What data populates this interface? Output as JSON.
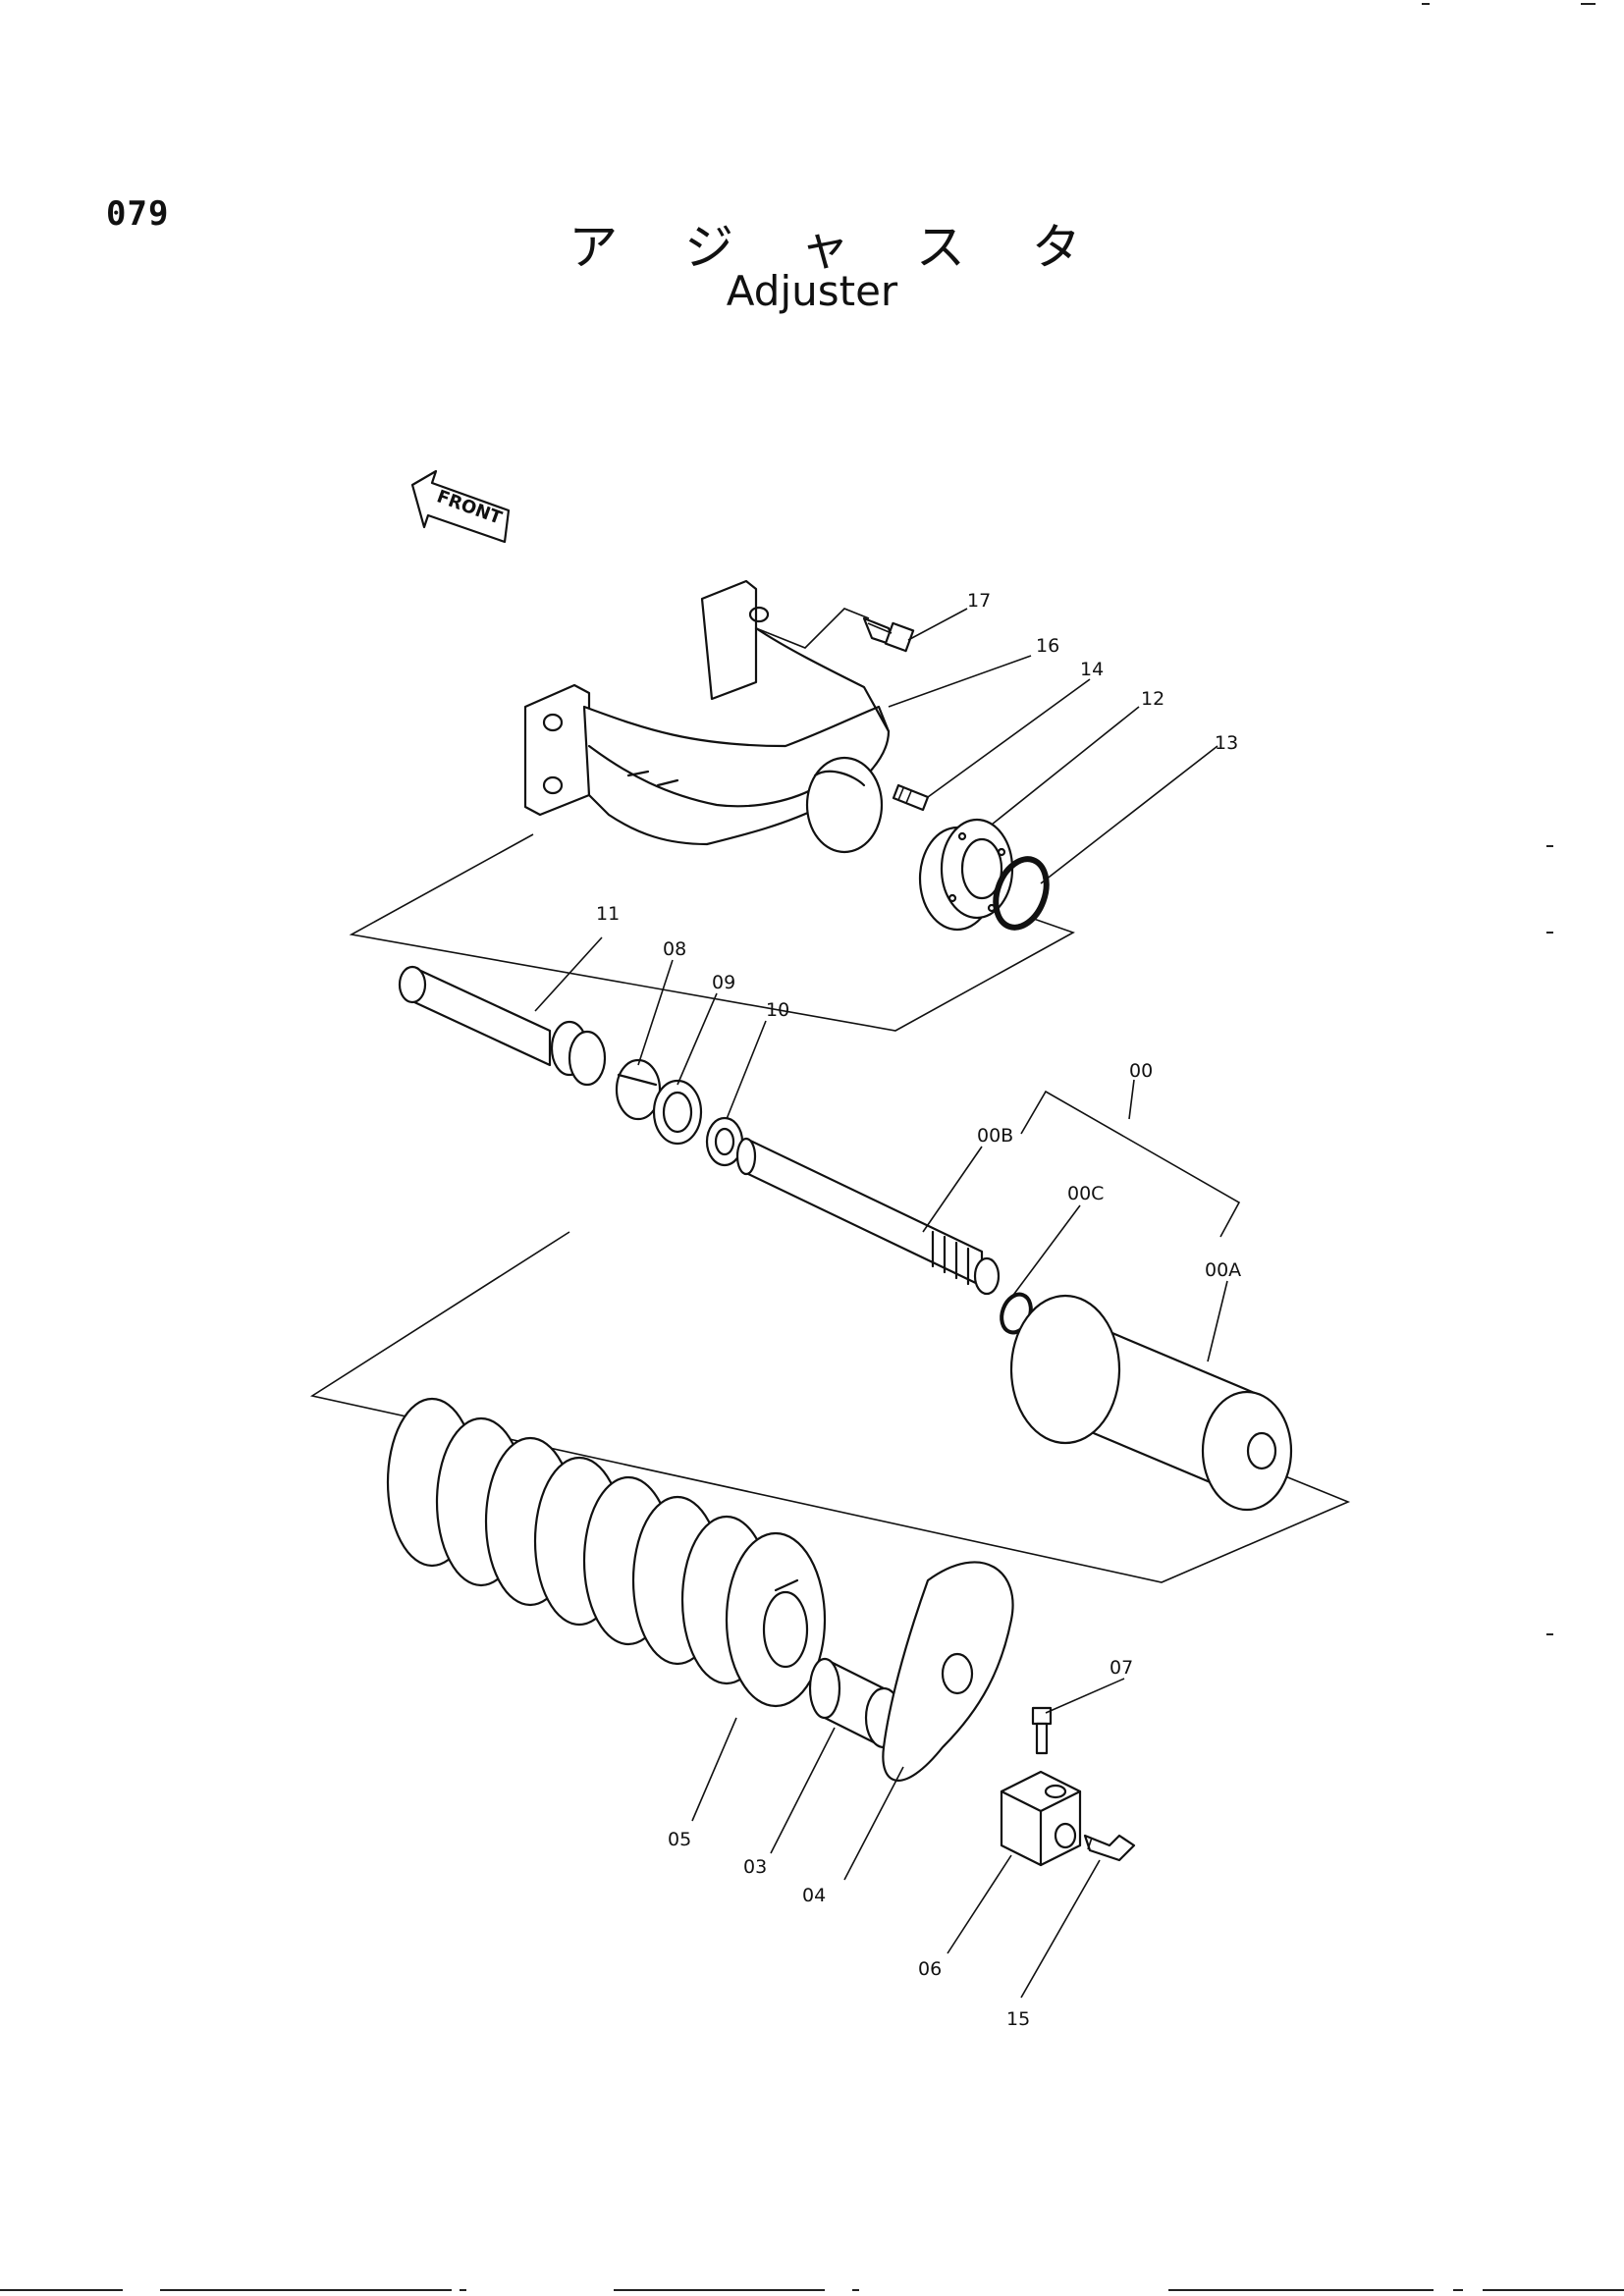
{
  "page": {
    "number": "079"
  },
  "title": {
    "japanese": "ア ジ ャ ス タ",
    "english": "Adjuster"
  },
  "direction_label": "FRONT",
  "callouts": [
    {
      "id": "00",
      "text": "00"
    },
    {
      "id": "00A",
      "text": "00A"
    },
    {
      "id": "00B",
      "text": "00B"
    },
    {
      "id": "00C",
      "text": "00C"
    },
    {
      "id": "03",
      "text": "03"
    },
    {
      "id": "04",
      "text": "04"
    },
    {
      "id": "05",
      "text": "05"
    },
    {
      "id": "06",
      "text": "06"
    },
    {
      "id": "07",
      "text": "07"
    },
    {
      "id": "08",
      "text": "08"
    },
    {
      "id": "09",
      "text": "09"
    },
    {
      "id": "10",
      "text": "10"
    },
    {
      "id": "11",
      "text": "11"
    },
    {
      "id": "12",
      "text": "12"
    },
    {
      "id": "13",
      "text": "13"
    },
    {
      "id": "14",
      "text": "14"
    },
    {
      "id": "15",
      "text": "15"
    },
    {
      "id": "16",
      "text": "16"
    },
    {
      "id": "17",
      "text": "17"
    }
  ]
}
